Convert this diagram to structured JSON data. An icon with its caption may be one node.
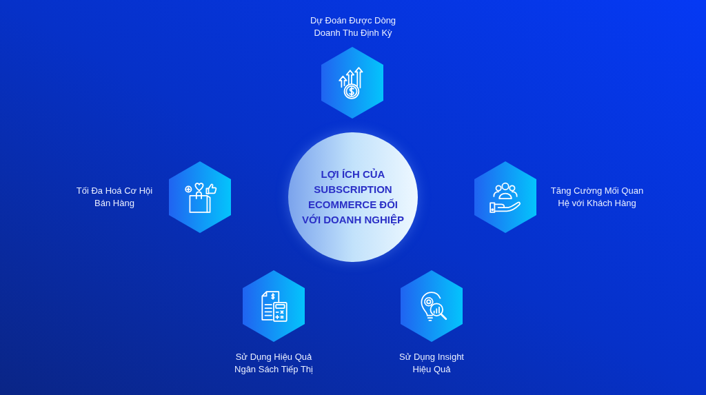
{
  "diagram": {
    "nodes": [
      {
        "text": [],
        "shape": "hexagon",
        "beside": [
          "Dự Đoán Được Dòng Doanh Thu Định Kỳ"
        ]
      },
      {
        "text": [],
        "shape": "hexagon",
        "beside": [
          "Tối Đa Hoá Cơ Hội Bán Hàng"
        ]
      },
      {
        "text": [
          "LỢI ÍCH CỦA SUBSCRIPTION ECOMMERCE ĐỐI VỚI DOANH NGHIỆP"
        ]
      },
      {
        "text": [],
        "shape": "hexagon",
        "beside": [
          "Tăng Cường Mối Quan Hệ với Khách Hàng"
        ]
      },
      {
        "text": [],
        "shape": "hexagon",
        "beside": [
          "Sử Dụng Hiệu Quả Ngân Sách Tiếp Thị"
        ]
      },
      {
        "text": [],
        "shape": "hexagon",
        "beside": [
          "Sử Dụng Insight Hiệu Quả"
        ]
      }
    ]
  }
}
